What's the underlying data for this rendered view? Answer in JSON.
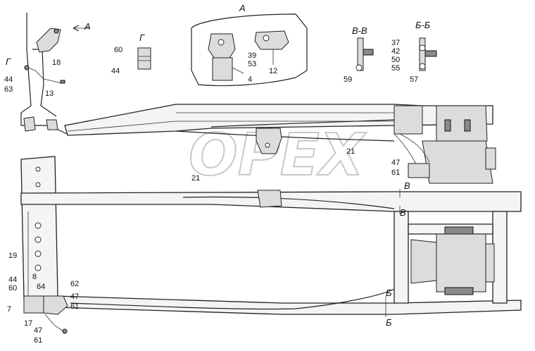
{
  "watermark": "OPEX",
  "views": {
    "a": "А",
    "g": "Г",
    "vv": "В-В",
    "bb": "Б-Б",
    "arrow_a": "А",
    "cut_v1": "В",
    "cut_v2": "В",
    "cut_b1": "Б",
    "cut_b2": "Б",
    "mark_g": "Г"
  },
  "callouts": {
    "c18": "18",
    "c44a": "44",
    "c63": "63",
    "c13": "13",
    "c60a": "60",
    "c44b": "44",
    "c39": "39",
    "c53": "53",
    "c4": "4",
    "c12": "12",
    "c59": "59",
    "c37": "37",
    "c42": "42",
    "c50": "50",
    "c55": "55",
    "c57": "57",
    "c21a": "21",
    "c21b": "21",
    "c47a": "47",
    "c61a": "61",
    "c19": "19",
    "c44c": "44",
    "c60b": "60",
    "c8": "8",
    "c64": "64",
    "c62": "62",
    "c47b": "47",
    "c61b": "61",
    "c7": "7",
    "c17": "17",
    "c47c": "47",
    "c61c": "61"
  }
}
